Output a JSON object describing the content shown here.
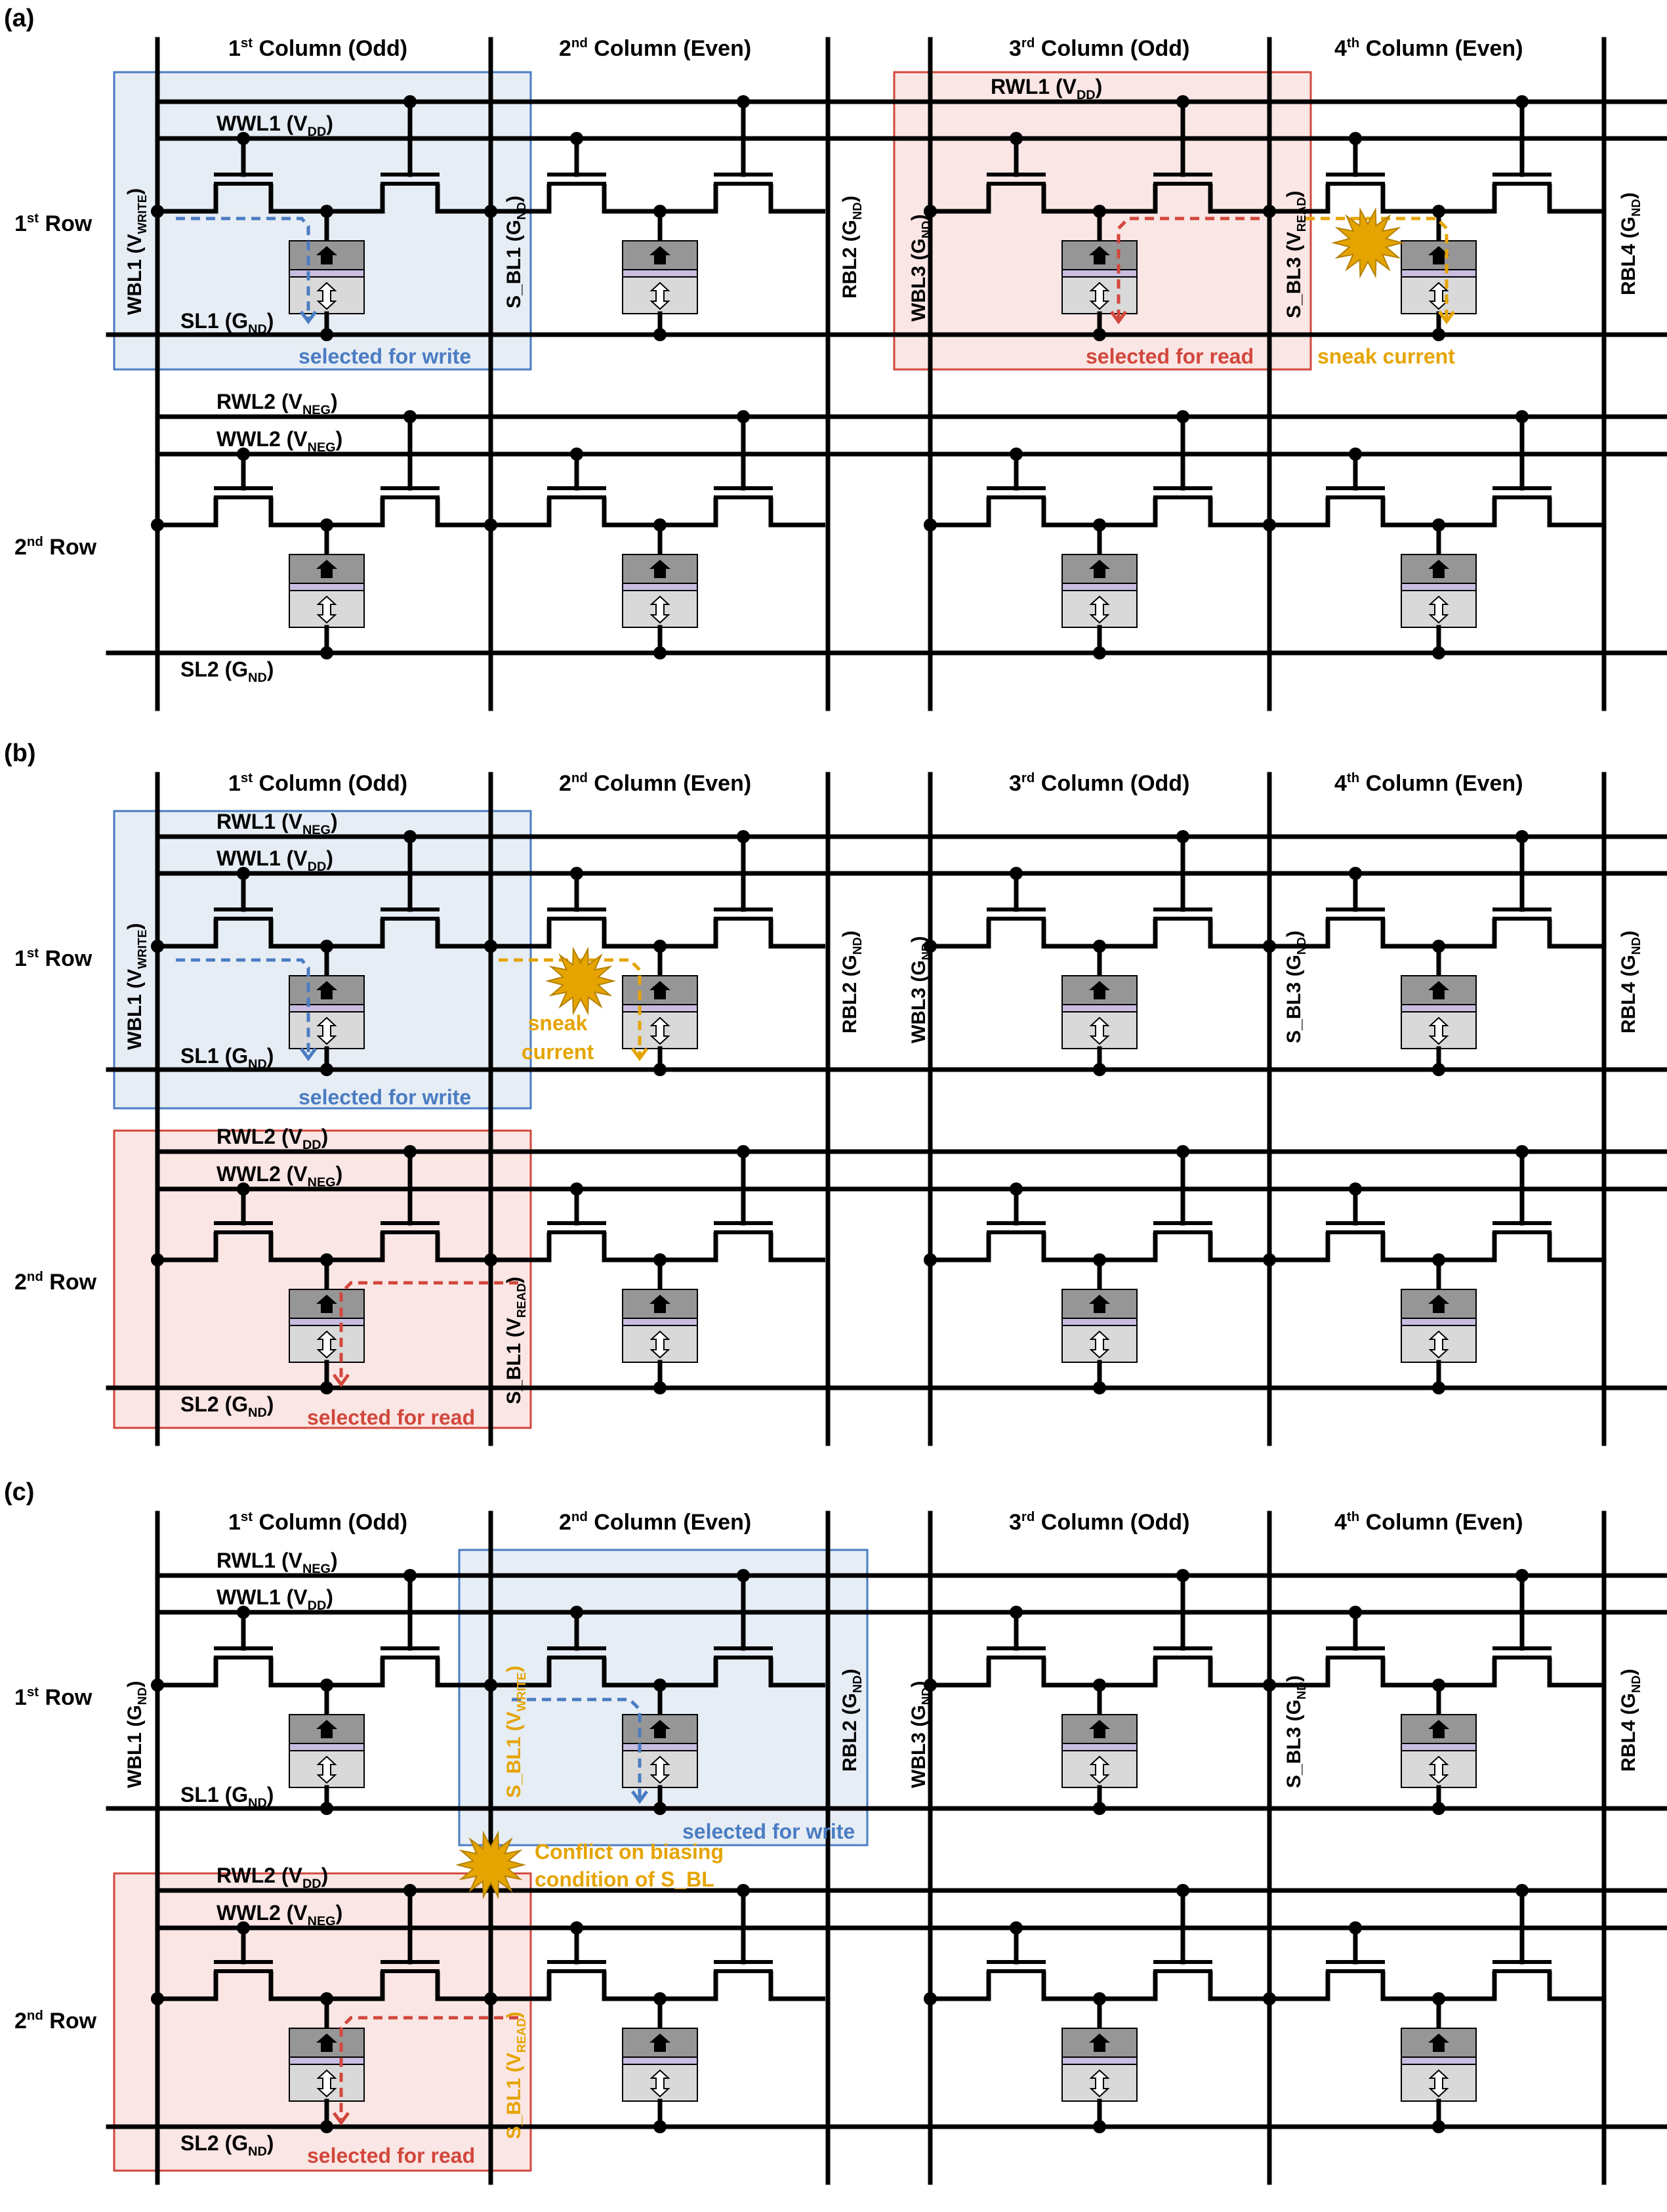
{
  "colors": {
    "wire": "#000000",
    "write": "#4a7cc2",
    "read": "#d2473c",
    "sneak": "#e5a400",
    "write_bg": "#dce6f1",
    "read_bg": "#f8dcd8",
    "mtj_top": "#969696",
    "mtj_mid": "#c8bde0",
    "mtj_bot": "#d9d9d9"
  },
  "labels": {
    "col1": {
      "pre": "1",
      "sup": "st",
      "post": " Column (Odd)"
    },
    "col2": {
      "pre": "2",
      "sup": "nd",
      "post": " Column (Even)"
    },
    "col3": {
      "pre": "3",
      "sup": "rd",
      "post": " Column (Odd)"
    },
    "col4": {
      "pre": "4",
      "sup": "th",
      "post": " Column (Even)"
    },
    "row1": {
      "pre": "1",
      "sup": "st",
      "post": " Row"
    },
    "row2": {
      "pre": "2",
      "sup": "nd",
      "post": " Row"
    }
  },
  "annotations": {
    "selected_write": "selected for write",
    "selected_read": "selected for read",
    "sneak_current": "sneak current",
    "sneak": "sneak",
    "current": "current",
    "conflict_1": "Conflict on biasing",
    "conflict_2": "condition of S_BL"
  },
  "panels": [
    {
      "tag": "(a)",
      "row1": {
        "top_line": {
          "base": "RWL1 (V",
          "sub": "DD",
          "end": ")"
        },
        "bottom_line": {
          "base": "WWL1 (V",
          "sub": "DD",
          "end": ")"
        },
        "sl": {
          "base": "SL1 (G",
          "sub": "ND",
          "end": ")"
        }
      },
      "row2": {
        "top_line": {
          "base": "RWL2 (V",
          "sub": "NEG",
          "end": ")"
        },
        "bottom_line": {
          "base": "WWL2 (V",
          "sub": "NEG",
          "end": ")"
        },
        "sl": {
          "base": "SL2 (G",
          "sub": "ND",
          "end": ")"
        }
      },
      "bitlines": [
        {
          "base": "WBL1 (V",
          "sub": "WRITE",
          "end": ")"
        },
        {
          "base": "S_BL1 (G",
          "sub": "ND",
          "end": ")"
        },
        {
          "base": "RBL2 (G",
          "sub": "ND",
          "end": ")"
        },
        {
          "base": "WBL3 (G",
          "sub": "ND",
          "end": ")"
        },
        {
          "base": "S_BL3 (V",
          "sub": "READ",
          "end": ")"
        },
        {
          "base": "RBL4 (G",
          "sub": "ND",
          "end": ")"
        }
      ]
    },
    {
      "tag": "(b)",
      "row1": {
        "top_line": {
          "base": "RWL1 (V",
          "sub": "NEG",
          "end": ")"
        },
        "bottom_line": {
          "base": "WWL1 (V",
          "sub": "DD",
          "end": ")"
        },
        "sl": {
          "base": "SL1 (G",
          "sub": "ND",
          "end": ")"
        }
      },
      "row2": {
        "top_line": {
          "base": "RWL2 (V",
          "sub": "DD",
          "end": ")"
        },
        "bottom_line": {
          "base": "WWL2 (V",
          "sub": "NEG",
          "end": ")"
        },
        "sl": {
          "base": "SL2 (G",
          "sub": "ND",
          "end": ")"
        }
      },
      "bitlines": [
        {
          "base": "WBL1 (V",
          "sub": "WRITE",
          "end": ")"
        },
        {
          "base": "RBL2 (G",
          "sub": "ND",
          "end": ")"
        },
        {
          "base": "WBL3 (G",
          "sub": "ND",
          "end": ")"
        },
        {
          "base": "S_BL3 (G",
          "sub": "ND",
          "end": ")"
        },
        {
          "base": "RBL4 (G",
          "sub": "ND",
          "end": ")"
        },
        {
          "base": "S_BL1 (V",
          "sub": "READ",
          "end": ")"
        }
      ]
    },
    {
      "tag": "(c)",
      "row1": {
        "top_line": {
          "base": "RWL1 (V",
          "sub": "NEG",
          "end": ")"
        },
        "bottom_line": {
          "base": "WWL1 (V",
          "sub": "DD",
          "end": ")"
        },
        "sl": {
          "base": "SL1 (G",
          "sub": "ND",
          "end": ")"
        }
      },
      "row2": {
        "top_line": {
          "base": "RWL2 (V",
          "sub": "DD",
          "end": ")"
        },
        "bottom_line": {
          "base": "WWL2 (V",
          "sub": "NEG",
          "end": ")"
        },
        "sl": {
          "base": "SL2 (G",
          "sub": "ND",
          "end": ")"
        }
      },
      "bitlines": [
        {
          "base": "WBL1 (G",
          "sub": "ND",
          "end": ")"
        },
        {
          "base": "S_BL1 (V",
          "sub": "WRITE",
          "end": ")"
        },
        {
          "base": "RBL2 (G",
          "sub": "ND",
          "end": ")"
        },
        {
          "base": "WBL3 (G",
          "sub": "ND",
          "end": ")"
        },
        {
          "base": "S_BL3 (G",
          "sub": "ND",
          "end": ")"
        },
        {
          "base": "RBL4 (G",
          "sub": "ND",
          "end": ")"
        },
        {
          "base": "S_BL1 (V",
          "sub": "READ",
          "end": ")"
        }
      ]
    }
  ]
}
